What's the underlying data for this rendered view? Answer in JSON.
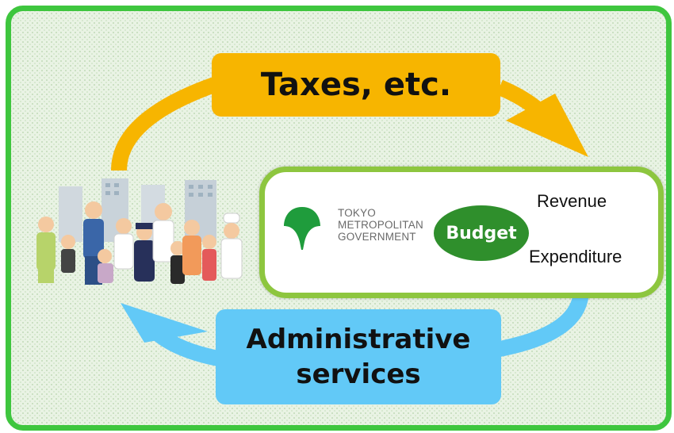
{
  "cycle": {
    "top_label": "Taxes, etc.",
    "bottom_label_line1": "Administrative",
    "bottom_label_line2": "services"
  },
  "budget_panel": {
    "org_line1": "TOKYO",
    "org_line2": "METROPOLITAN",
    "org_line3": "GOVERNMENT",
    "center_label": "Budget",
    "right_top": "Revenue",
    "right_bottom": "Expenditure"
  },
  "colors": {
    "frame_border": "#3ec63e",
    "taxes_arrow": "#f7b500",
    "services_arrow": "#62c9f7",
    "panel_border": "#8dc63f",
    "budget_oval": "#2f8f2c"
  },
  "icons": [
    "citizens-illustration",
    "tokyo-ginkgo-leaf-logo"
  ]
}
